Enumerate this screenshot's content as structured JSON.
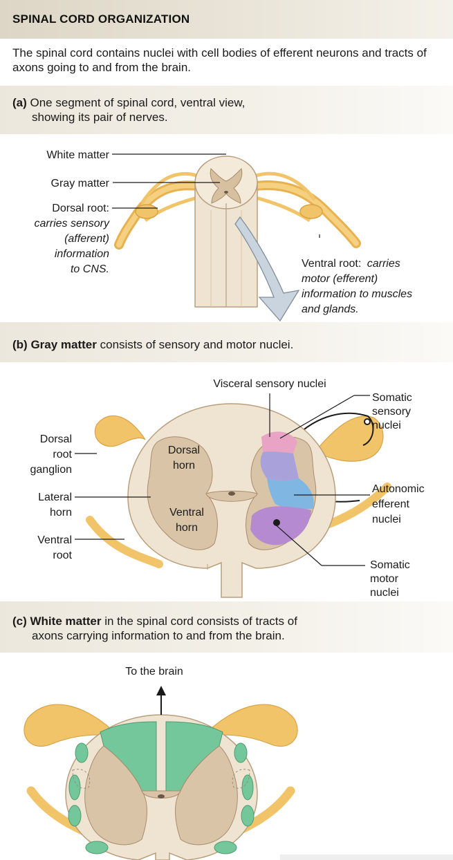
{
  "header": {
    "title": "SPINAL CORD ORGANIZATION"
  },
  "intro": "The spinal cord contains nuclei with cell bodies of efferent neurons and tracts of axons going to and from the brain.",
  "panel_a": {
    "caption_letter": "(a)",
    "caption_line1": " One segment of spinal cord, ventral view,",
    "caption_line2": "showing its pair of nerves.",
    "labels": {
      "white_matter": "White matter",
      "gray_matter": "Gray matter",
      "dorsal_root": "Dorsal root:",
      "dorsal_root_desc": [
        "carries sensory",
        "(afferent)",
        "information",
        "to CNS."
      ],
      "ventral_root": "Ventral root:",
      "ventral_root_desc": [
        "carries",
        "motor (efferent)",
        "information to muscles",
        "and glands."
      ]
    }
  },
  "panel_b": {
    "caption_letter": "(b)",
    "caption_bold": " Gray matter",
    "caption_rest": " consists of sensory and motor nuclei.",
    "labels": {
      "visceral_sensory": "Visceral sensory nuclei",
      "somatic_sensory": [
        "Somatic",
        "sensory",
        "nuclei"
      ],
      "dorsal_root_ganglion": [
        "Dorsal",
        "root",
        "ganglion"
      ],
      "dorsal_horn": [
        "Dorsal",
        "horn"
      ],
      "lateral_horn": [
        "Lateral",
        "horn"
      ],
      "ventral_horn": [
        "Ventral",
        "horn"
      ],
      "autonomic_efferent": [
        "Autonomic",
        "efferent",
        "nuclei"
      ],
      "ventral_root": [
        "Ventral",
        "root"
      ],
      "somatic_motor": [
        "Somatic",
        "motor",
        "nuclei"
      ]
    }
  },
  "panel_c": {
    "caption_letter": "(c)",
    "caption_bold": " White matter",
    "caption_rest": " in the spinal cord consists of tracts of",
    "caption_line2": "axons carrying information to and from the brain.",
    "labels": {
      "to_brain": "To the brain"
    }
  },
  "colors": {
    "nerve": "#f2c46a",
    "cord_white": "#efe4d2",
    "cord_gray": "#d9c4a8",
    "tract_green": "#74c79a",
    "somatic_sensory": "#e9a3c4",
    "visceral_sensory": "#a9a2da",
    "autonomic": "#7fb6e2",
    "somatic_motor": "#b58ad0",
    "band": "#ece7dc"
  }
}
